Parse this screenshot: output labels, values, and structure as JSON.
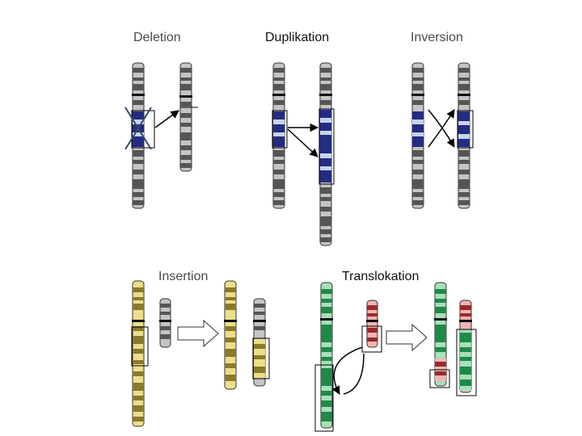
{
  "panels": {
    "deletion": {
      "label": "Deletion"
    },
    "duplication": {
      "label": "Duplikation"
    },
    "inversion": {
      "label": "Inversion"
    },
    "insertion": {
      "label": "Insertion"
    },
    "translocation": {
      "label": "Translokation"
    }
  },
  "colors": {
    "gray_dark": "#555555",
    "gray_light": "#c4c4c4",
    "blue_dark": "#232c82",
    "blue_light": "#c9d3f0",
    "yellow_dark": "#8a7a2a",
    "yellow_light": "#ecdf8a",
    "green_dark": "#1f8a48",
    "green_light": "#a7e0b8",
    "red_dark": "#9a2a2a",
    "red_light": "#f1b5b5"
  }
}
